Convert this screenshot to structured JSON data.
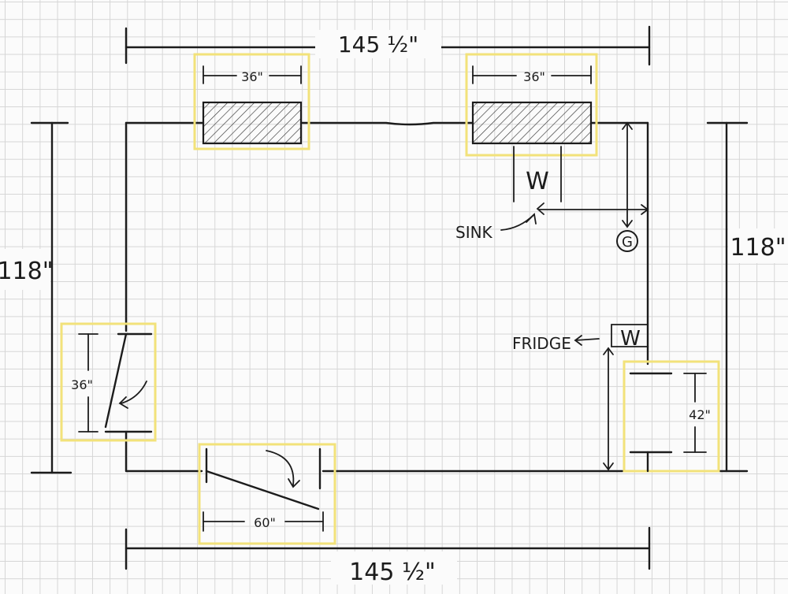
{
  "dimensions": {
    "top_width": "145 ½\"",
    "bottom_width": "145 ½\"",
    "left_height": "118\"",
    "right_height": "118\""
  },
  "windows": {
    "left_width": "36\"",
    "right_width": "36\""
  },
  "doors": {
    "left_door": "36\"",
    "bottom_door": "60\"",
    "right_door": "42\""
  },
  "labels": {
    "sink": "SINK",
    "fridge": "FRIDGE",
    "water_symbol": "W",
    "gas_symbol": "G"
  },
  "colors": {
    "highlight": "#f2e27a",
    "ink": "#1c1c1c",
    "grid": "#d6d6d6"
  }
}
